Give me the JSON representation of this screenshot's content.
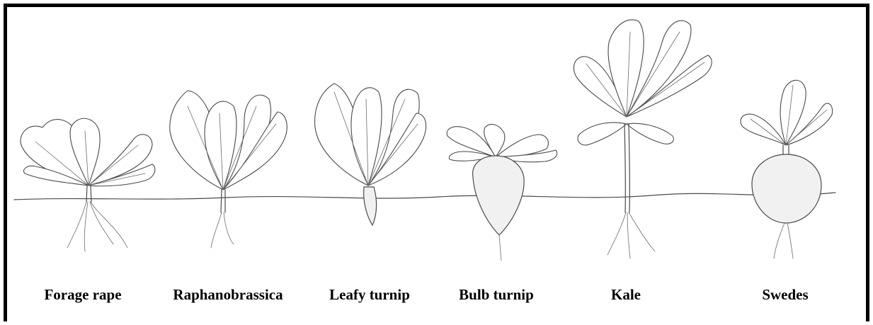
{
  "plants": [
    {
      "id": "forage-rape",
      "label": "Forage rape"
    },
    {
      "id": "raphanobrassica",
      "label": "Raphanobrassica"
    },
    {
      "id": "leafy-turnip",
      "label": "Leafy turnip"
    },
    {
      "id": "bulb-turnip",
      "label": "Bulb turnip"
    },
    {
      "id": "kale",
      "label": "Kale"
    },
    {
      "id": "swedes",
      "label": "Swedes"
    }
  ],
  "colors": {
    "frame": "#000000",
    "ink": "#4a4a4a",
    "background": "#ffffff"
  }
}
